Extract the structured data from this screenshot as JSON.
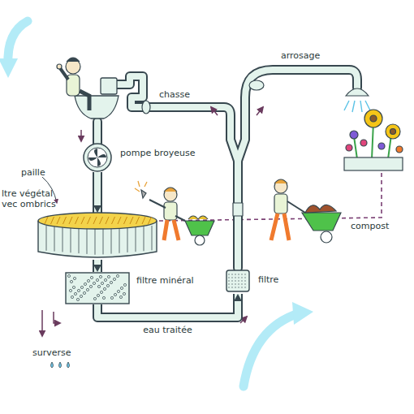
{
  "diagram": {
    "nodes": [
      {
        "text": [
          "pompe broyeuse"
        ]
      },
      {
        "text": [
          "ltre végétal vec ombrics"
        ]
      },
      {
        "text": [
          "filtre minéral"
        ]
      },
      {
        "text": [
          "filtre"
        ]
      }
    ],
    "edges": [
      {
        "from": 0,
        "to": 1,
        "arrow": "to"
      },
      {
        "from": 1,
        "to": 2,
        "arrow": "to"
      },
      {
        "from": 2,
        "to": 3,
        "label": "eau traitée",
        "arrow": "to"
      }
    ],
    "labels": [
      "chasse",
      "arrosage",
      "paille",
      "compost",
      "surverse"
    ]
  }
}
